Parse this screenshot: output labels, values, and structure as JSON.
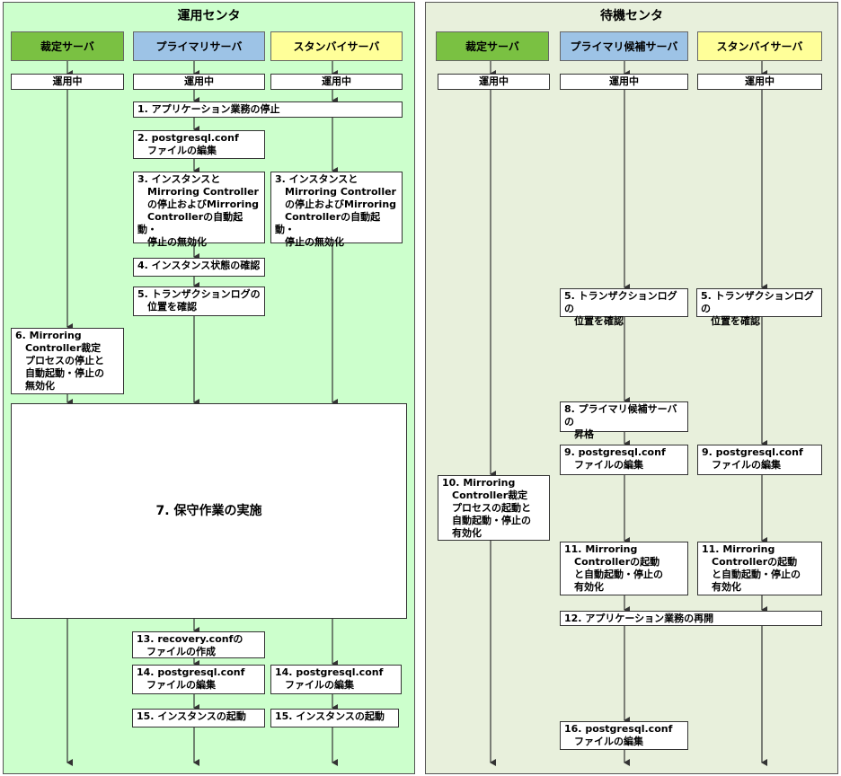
{
  "colors": {
    "left_panel": "#ccffcc",
    "right_panel": "#e8f0dc",
    "judge_header": "#7ac142",
    "primary_header": "#9dc3e6",
    "standby_header": "#ffff99"
  },
  "left": {
    "title": "運用センタ",
    "headers": {
      "judge": "裁定サーバ",
      "primary": "プライマリサーバ",
      "standby": "スタンバイサーバ"
    },
    "status": "運用中",
    "s1": "1. アプリケーション業務の停止",
    "s2": "2. postgresql.conf\n　ファイルの編集",
    "s3": "3. インスタンスと\n　Mirroring Controller\n　の停止およびMirroring\n　Controllerの自動起動・\n　停止の無効化",
    "s4": "4. インスタンス状態の確認",
    "s5": "5. トランザクションログの\n　位置を確認",
    "s6": "6. Mirroring\n　Controller裁定\n　プロセスの停止と\n　自動起動・停止の\n　無効化",
    "s7": "7. 保守作業の実施",
    "s13": "13. recovery.confの\n　ファイルの作成",
    "s14": "14. postgresql.conf\n　ファイルの編集",
    "s15": "15. インスタンスの起動"
  },
  "right": {
    "title": "待機センタ",
    "headers": {
      "judge": "裁定サーバ",
      "primary": "プライマリ候補サーバ",
      "standby": "スタンバイサーバ"
    },
    "status": "運用中",
    "s5": "5. トランザクションログの\n　位置を確認",
    "s8": "8. プライマリ候補サーバの\n　昇格",
    "s9": "9. postgresql.conf\n　ファイルの編集",
    "s10": "10. Mirroring\n　Controller裁定\n　プロセスの起動と\n　自動起動・停止の\n　有効化",
    "s11": "11. Mirroring\n　Controllerの起動\n　と自動起動・停止の\n　有効化",
    "s12": "12. アプリケーション業務の再開",
    "s16": "16. postgresql.conf\n　ファイルの編集"
  }
}
